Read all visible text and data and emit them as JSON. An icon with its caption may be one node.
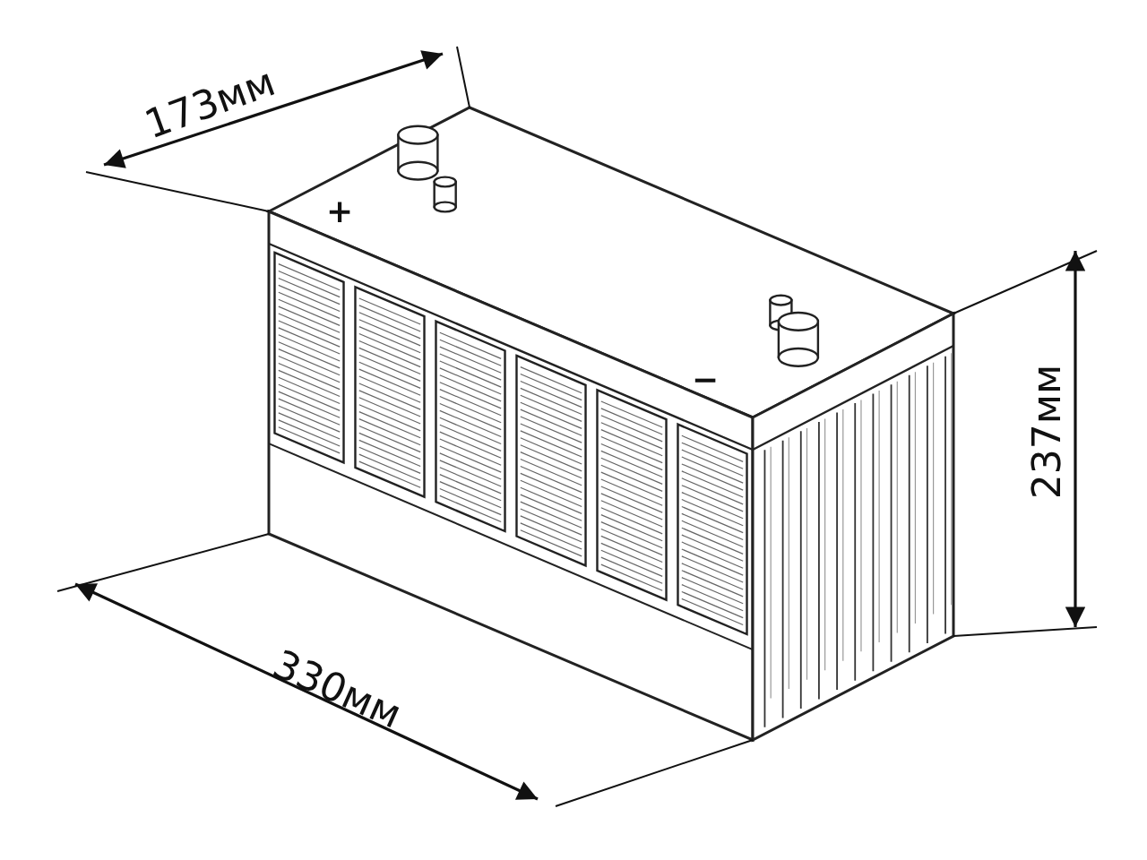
{
  "diagram": {
    "labels": [
      "173мм",
      "+",
      "−",
      "237мм",
      "330мм"
    ]
  }
}
